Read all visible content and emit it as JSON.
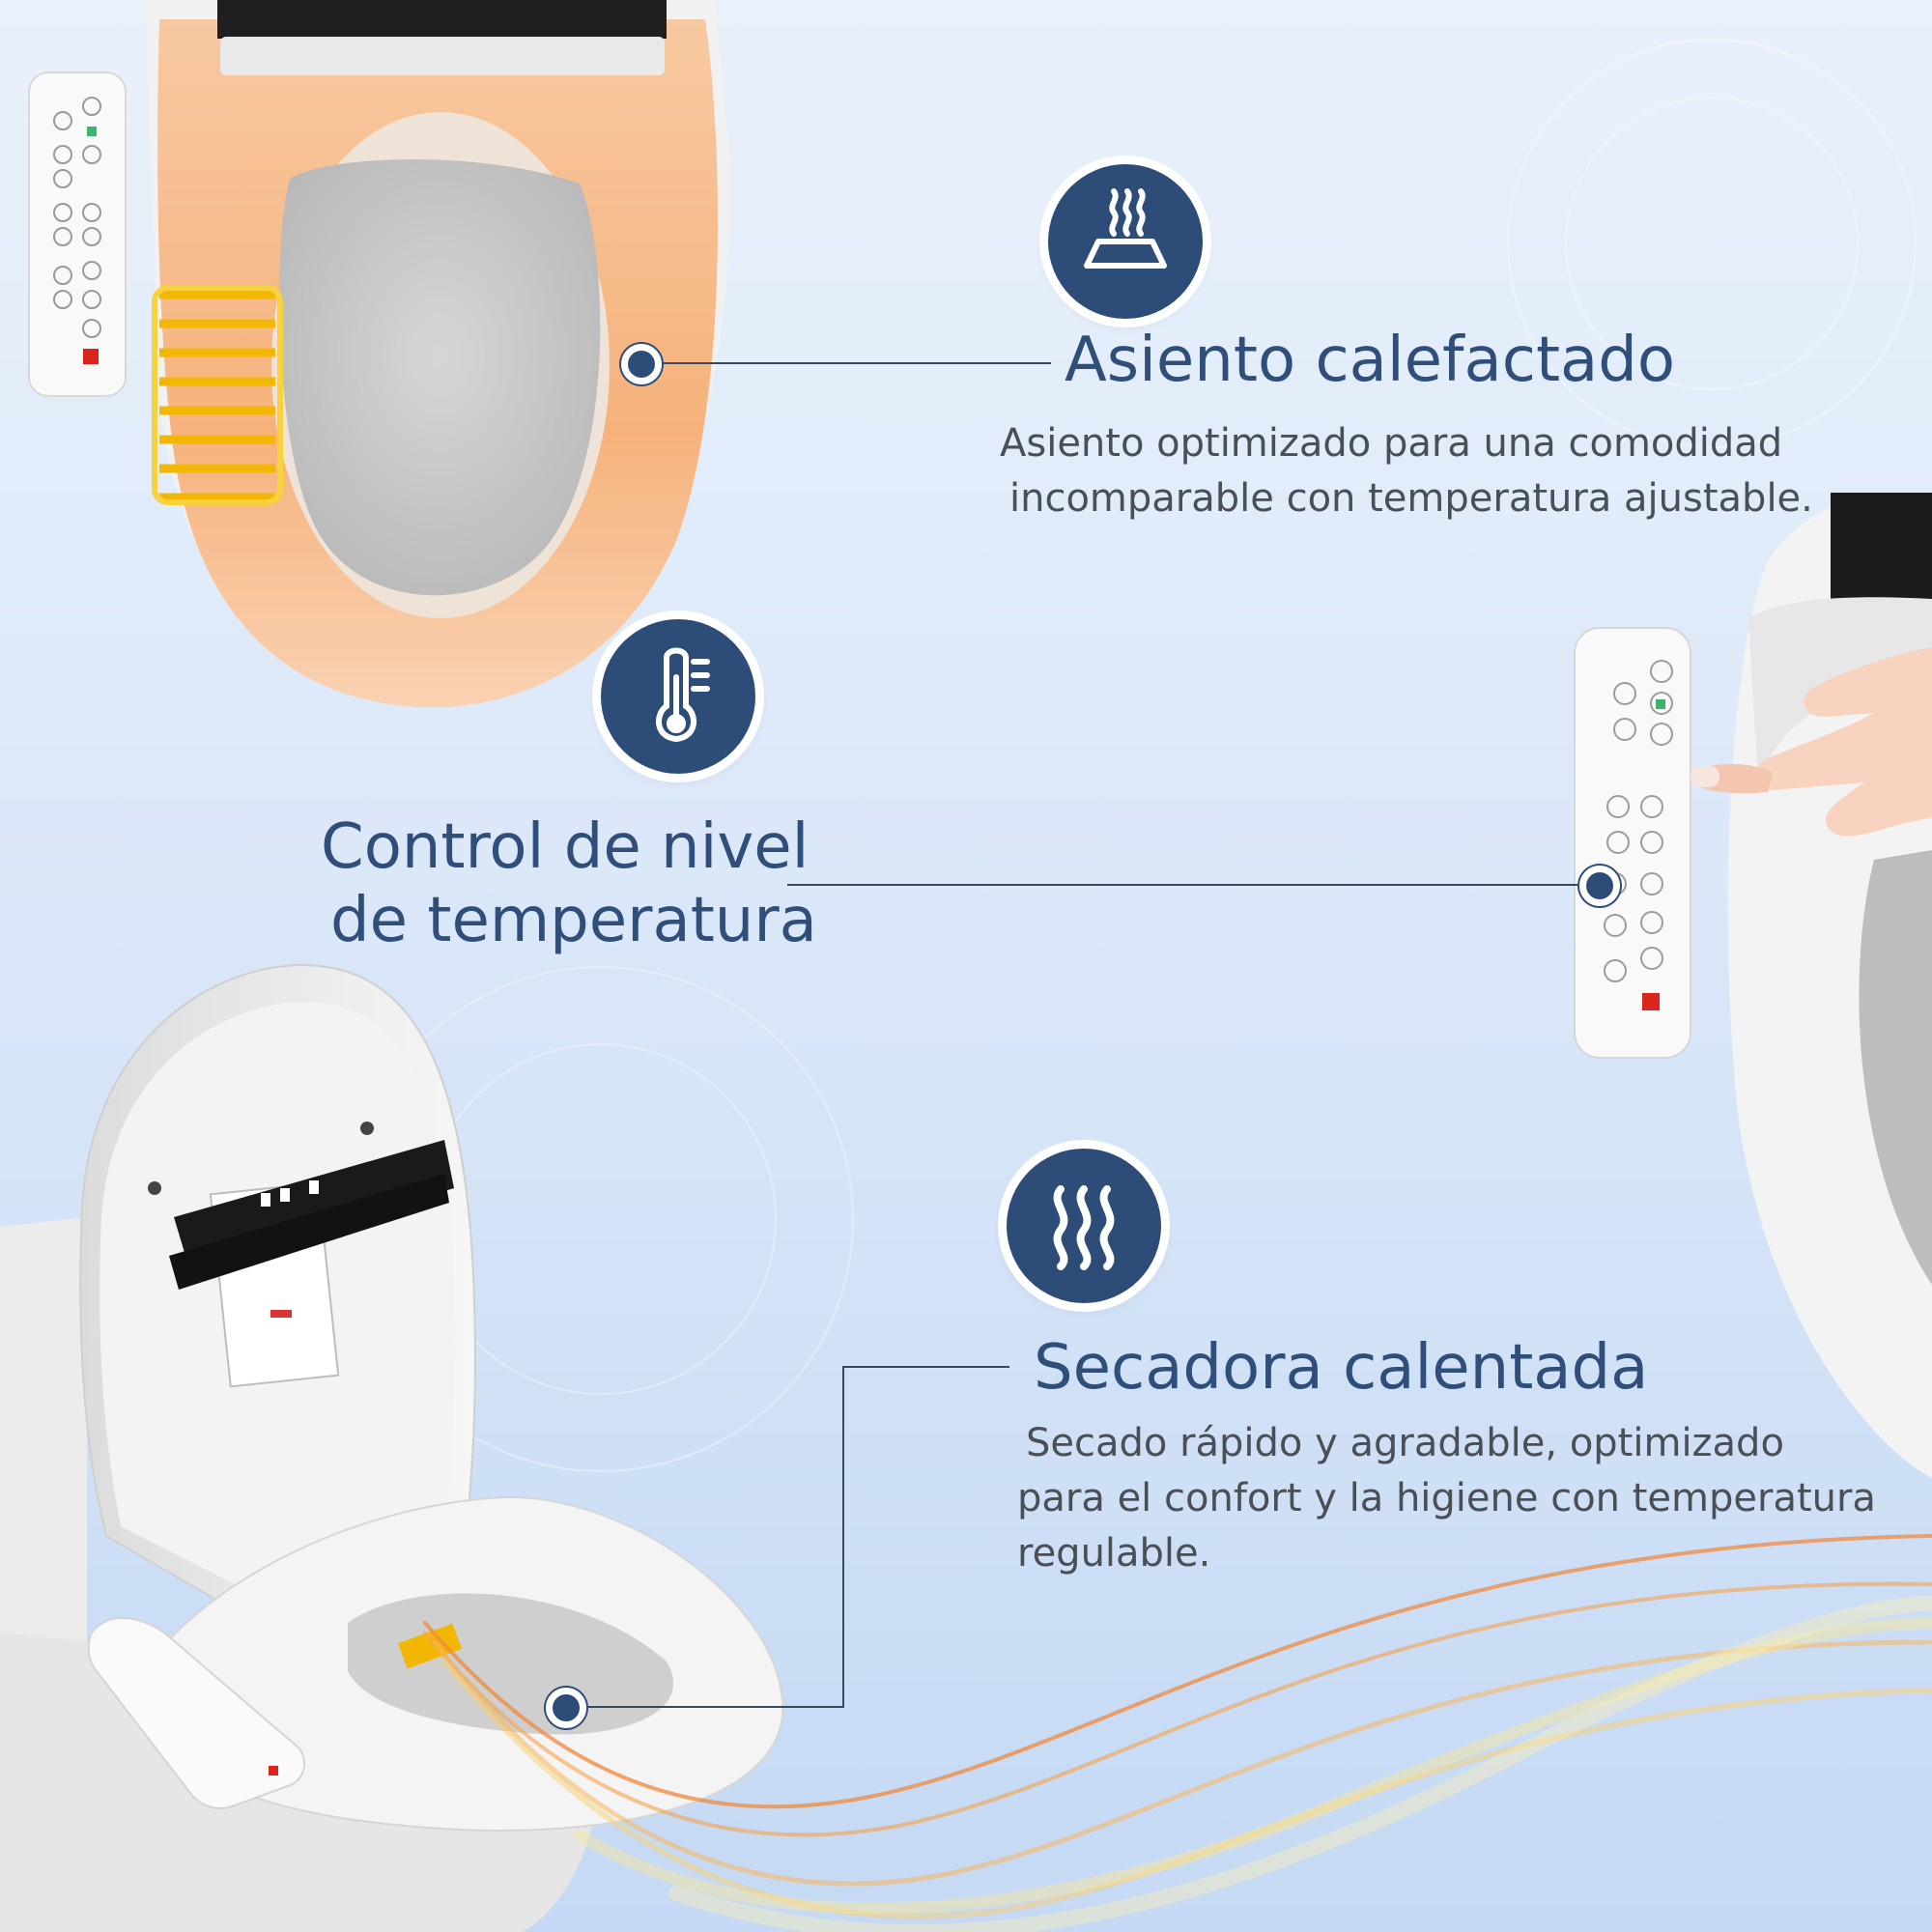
{
  "features": {
    "heated_seat": {
      "title": "Asiento calefactado",
      "description_line1": "Asiento optimizado para una comodidad",
      "description_line2": "incomparable con temperatura ajustable.",
      "icon": "heated-seat-icon"
    },
    "temperature_control": {
      "title_line1": "Control de nivel",
      "title_line2": "de temperatura",
      "icon": "thermometer-icon"
    },
    "heated_dryer": {
      "title": "Secadora calentada",
      "description_line1": "Secado rápido y agradable, optimizado",
      "description_line2": "para el confort y la higiene con temperatura",
      "description_line3": "regulable.",
      "icon": "heat-waves-icon"
    }
  },
  "colors": {
    "accent": "#2d4c78",
    "heading": "#2f4f7a",
    "text": "#4a4f56",
    "background": "#dde9f9",
    "seat_heat": "#f6b27c",
    "coil": "#f5c518"
  }
}
